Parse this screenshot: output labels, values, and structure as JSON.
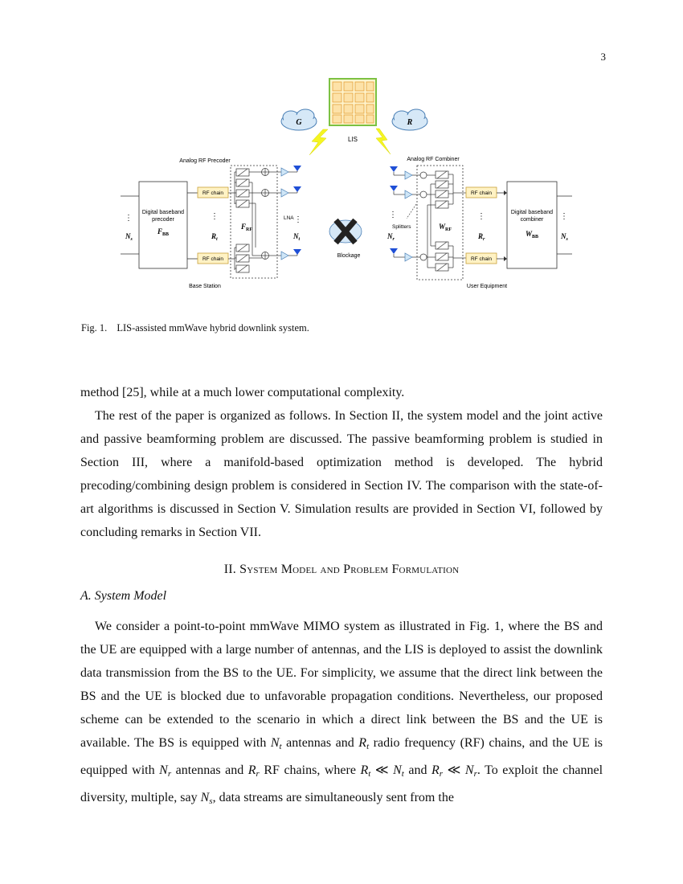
{
  "page_number": "3",
  "figure": {
    "lis_label": "LIS",
    "channel_g": "G",
    "channel_r": "R",
    "precoder_title": "Analog RF Precoder",
    "combiner_title": "Analog RF Combiner",
    "bb_precoder_label_1": "Digital baseband",
    "bb_precoder_label_2": "precoder",
    "bb_precoder_symbol": "F",
    "bb_precoder_sub": "BB",
    "bb_combiner_label_1": "Digital baseband",
    "bb_combiner_label_2": "combiner",
    "bb_combiner_symbol": "W",
    "bb_combiner_sub": "BB",
    "rf_chain": "RF chain",
    "frf_symbol": "F",
    "frf_sub": "RF",
    "wrf_symbol": "W",
    "wrf_sub": "RF",
    "lna": "LNA",
    "splitters": "Splitters",
    "blockage": "Blockage",
    "base_station": "Base Station",
    "user_equipment": "User Equipment",
    "ns_symbol": "N",
    "ns_sub": "s",
    "rt_symbol": "R",
    "rt_sub": "t",
    "nt_symbol": "N",
    "nt_sub": "t",
    "nr_symbol": "N",
    "nr_sub": "r",
    "rr_symbol": "R",
    "rr_sub": "r",
    "caption_num": "Fig. 1.",
    "caption_text": "LIS-assisted mmWave hybrid downlink system."
  },
  "paragraph_1": "method [25], while at a much lower computational complexity.",
  "paragraph_2": "The rest of the paper is organized as follows. In Section II, the system model and the joint active and passive beamforming problem are discussed. The passive beamforming problem is studied in Section III, where a manifold-based optimization method is developed. The hybrid precoding/combining design problem is considered in Section IV. The comparison with the state-of-art algorithms is discussed in Section V. Simulation results are provided in Section VI, followed by concluding remarks in Section VII.",
  "section_heading": "II. System Model and Problem Formulation",
  "subsection_heading": "A.  System Model",
  "paragraph_3": {
    "s1": "We consider a point-to-point mmWave MIMO system as illustrated in Fig. 1, where the BS and the UE are equipped with a large number of antennas, and the LIS is deployed to assist the downlink data transmission from the BS to the UE. For simplicity, we assume that the direct link between the BS and the UE is blocked due to unfavorable propagation conditions. Nevertheless, our proposed scheme can be extended to the scenario in which a direct link between the BS and the UE is available. The BS is equipped with ",
    "s2": " antennas and ",
    "s3": " radio frequency (RF) chains, and the UE is equipped with ",
    "s4": " antennas and ",
    "s5": " RF chains, where ",
    "s6": " and ",
    "s7": ". To exploit the channel diversity, multiple, say ",
    "s8": ", data streams are simultaneously sent from the",
    "N": "N",
    "R": "R",
    "t": "t",
    "r": "r",
    "s": "s",
    "ll": " ≪ "
  }
}
